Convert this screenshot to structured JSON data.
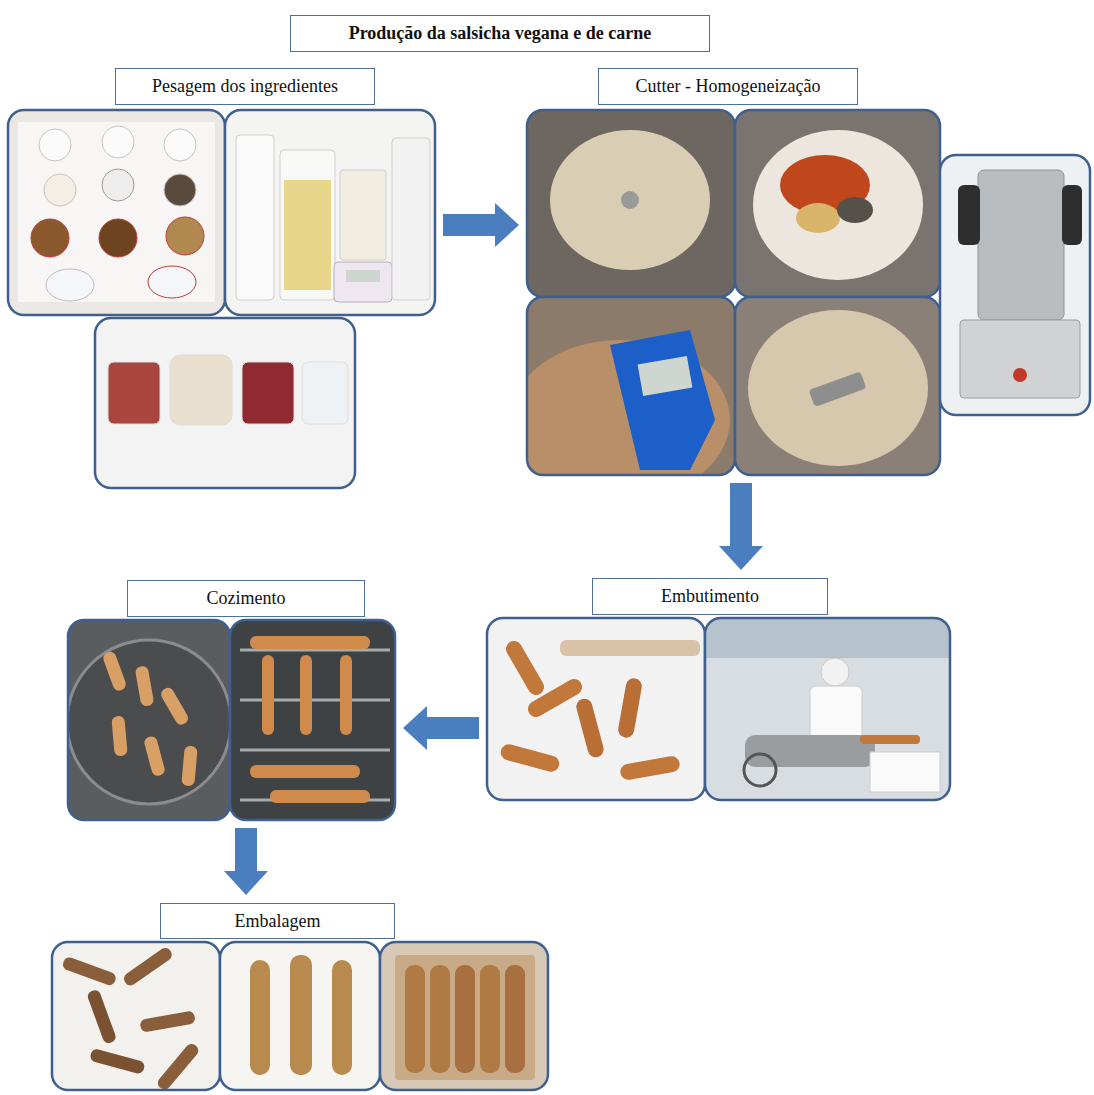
{
  "diagram": {
    "title": "Produção da salsicha vegana e de carne",
    "nodes": [
      {
        "text": [
          "Pesagem dos ingredientes"
        ]
      },
      {
        "text": [
          "Cutter - Homogeneização"
        ]
      },
      {
        "text": [
          "Embutimento"
        ]
      },
      {
        "text": [
          "Cozimento"
        ]
      },
      {
        "text": [
          "Embalagem"
        ]
      }
    ],
    "edges": [
      {
        "from": 0,
        "to": 1,
        "arrow": "to"
      },
      {
        "from": 1,
        "to": 2,
        "arrow": "to"
      },
      {
        "from": 2,
        "to": 3,
        "arrow": "to"
      },
      {
        "from": 3,
        "to": 4,
        "arrow": "to"
      }
    ]
  }
}
